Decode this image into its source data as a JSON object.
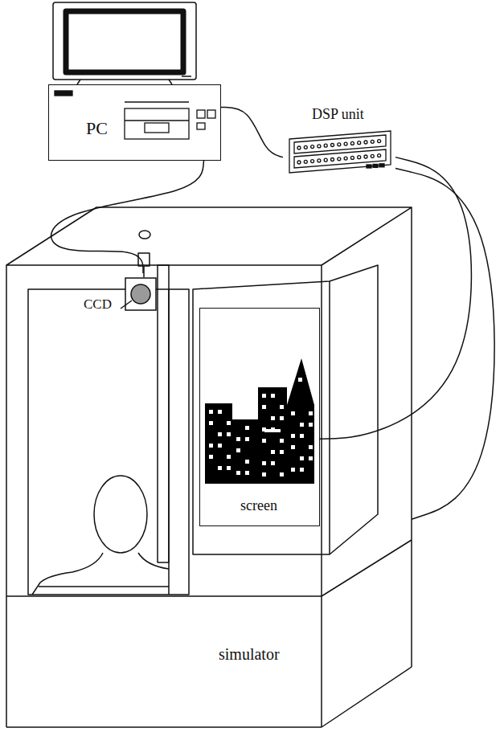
{
  "diagram": {
    "nodes": [
      {
        "text": [
          "PC"
        ]
      },
      {
        "text": [
          "DSP unit"
        ]
      },
      {
        "text": [
          "simulator"
        ]
      },
      {
        "text": [
          "CCD"
        ],
        "in": 2
      },
      {
        "text": [
          "screen"
        ],
        "in": 2
      }
    ],
    "edges": [
      {
        "from": 0,
        "to": 1,
        "arrow": "none"
      },
      {
        "from": 1,
        "to": 4,
        "arrow": "none"
      },
      {
        "from": 1,
        "to": 2,
        "arrow": "none"
      },
      {
        "from": 0,
        "to": 3,
        "arrow": "none"
      }
    ]
  }
}
